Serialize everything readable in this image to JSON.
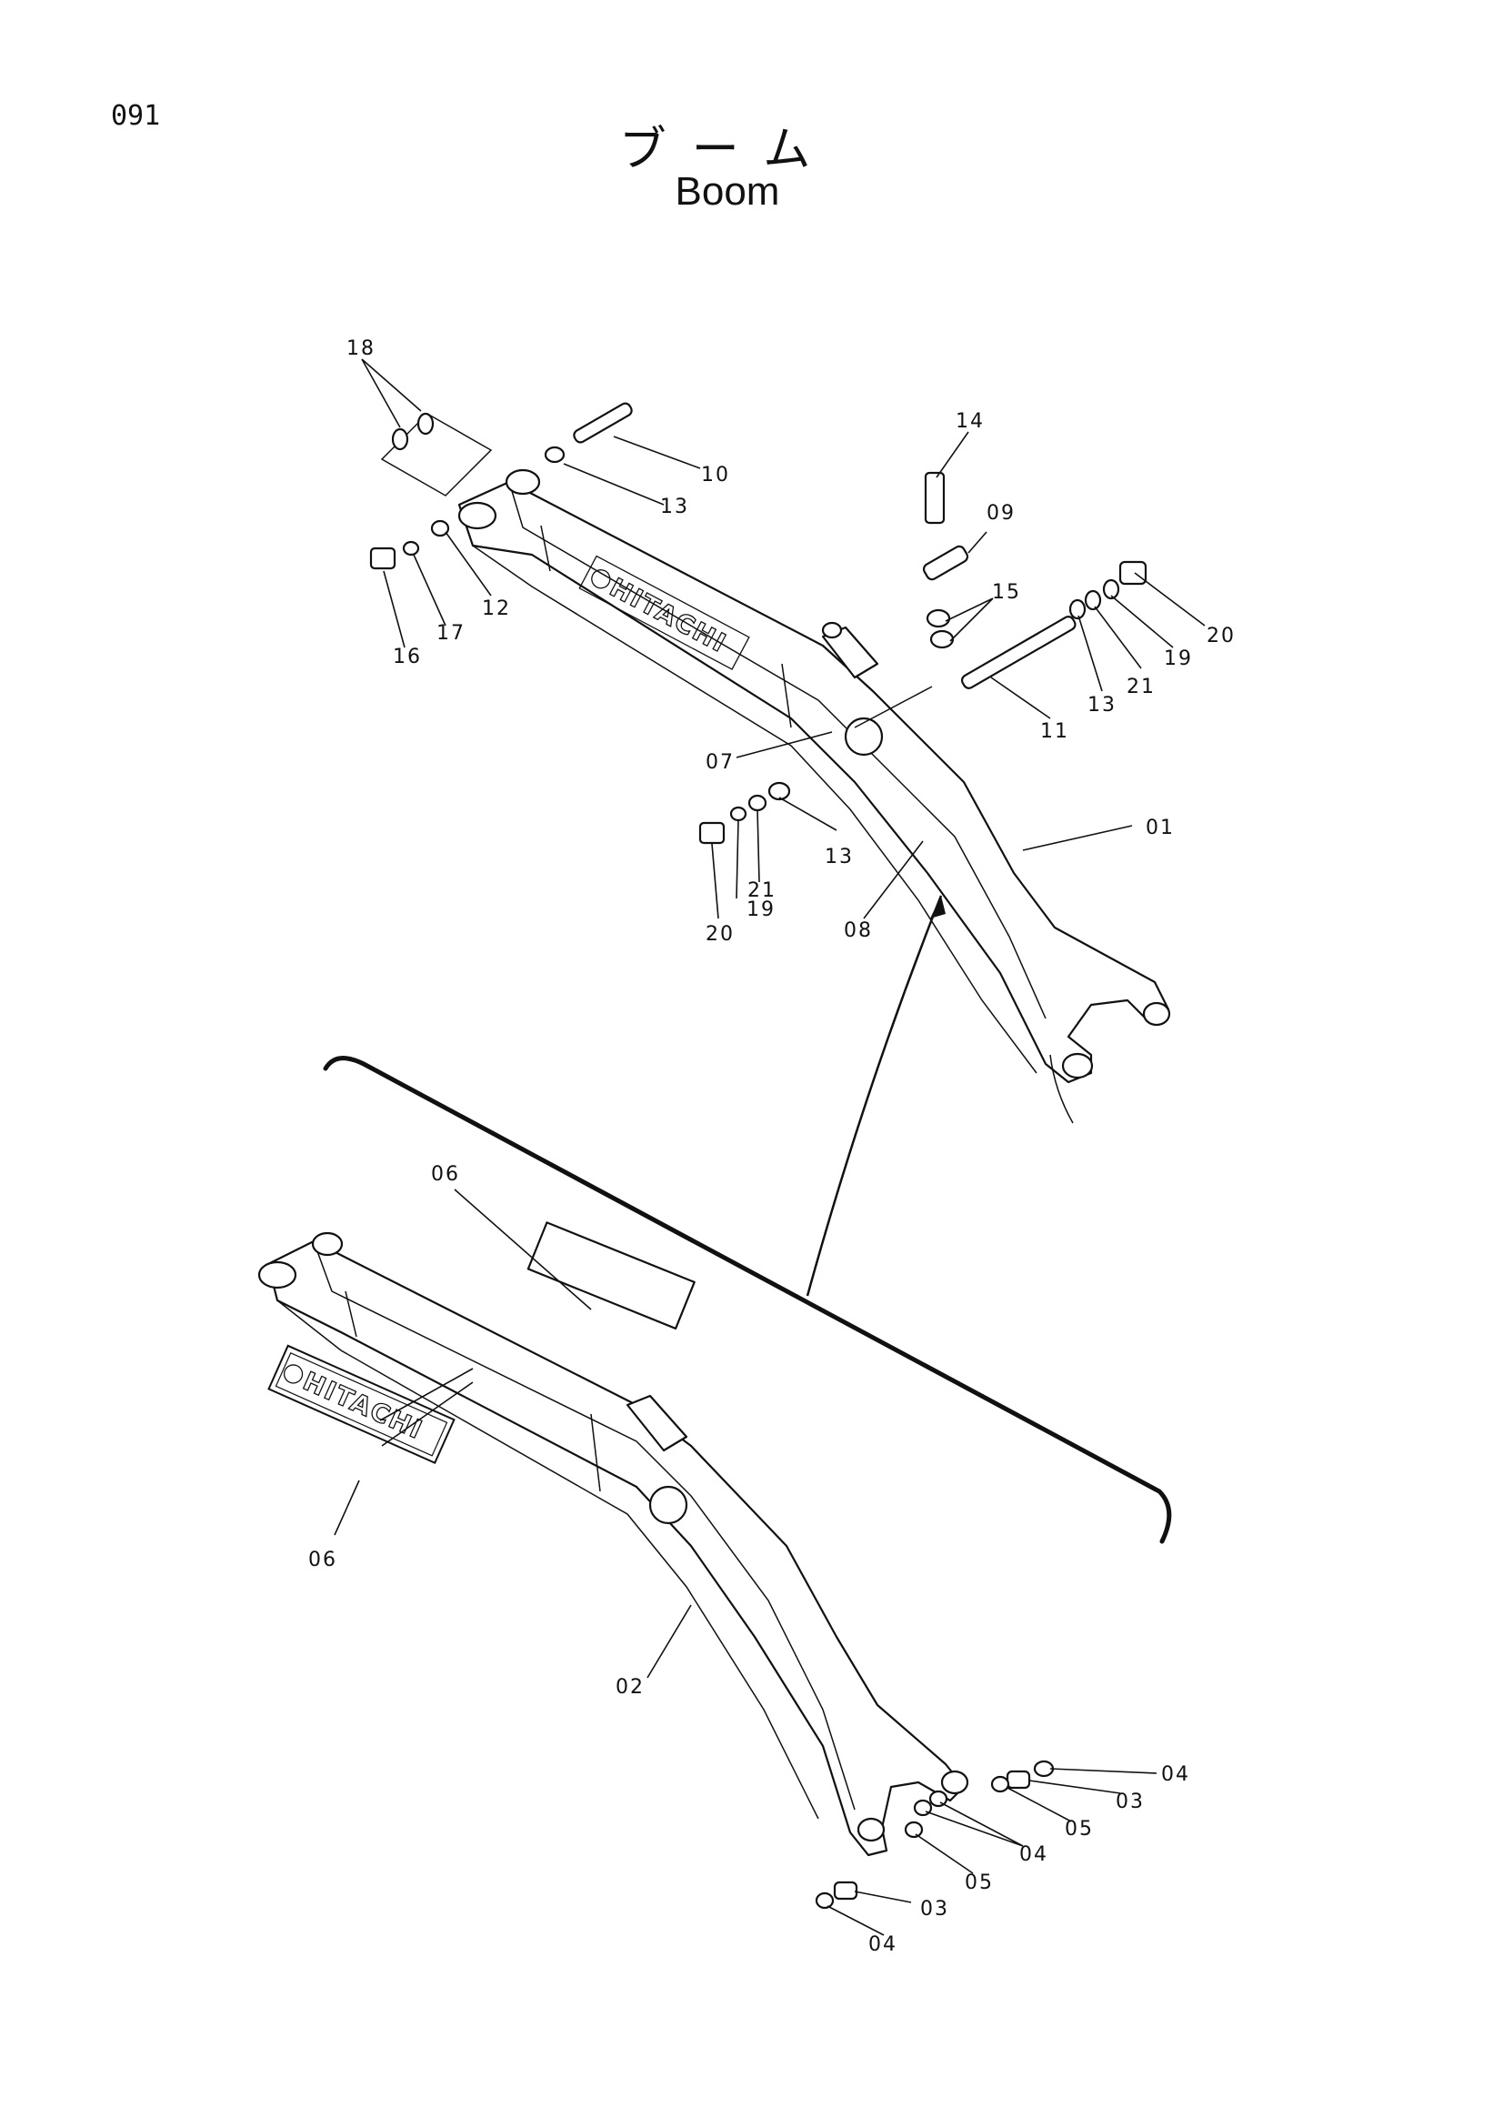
{
  "page_number": "091",
  "title_jp": "ブーム",
  "title_en": "Boom",
  "logo_text": "HITACHI",
  "callouts": [
    "18",
    "14",
    "10",
    "13",
    "09",
    "12",
    "17",
    "16",
    "15",
    "20",
    "19",
    "21",
    "13",
    "11",
    "07",
    "13",
    "01",
    "21",
    "19",
    "20",
    "08",
    "06",
    "06",
    "02",
    "04",
    "03",
    "05",
    "04",
    "05",
    "03",
    "04"
  ]
}
